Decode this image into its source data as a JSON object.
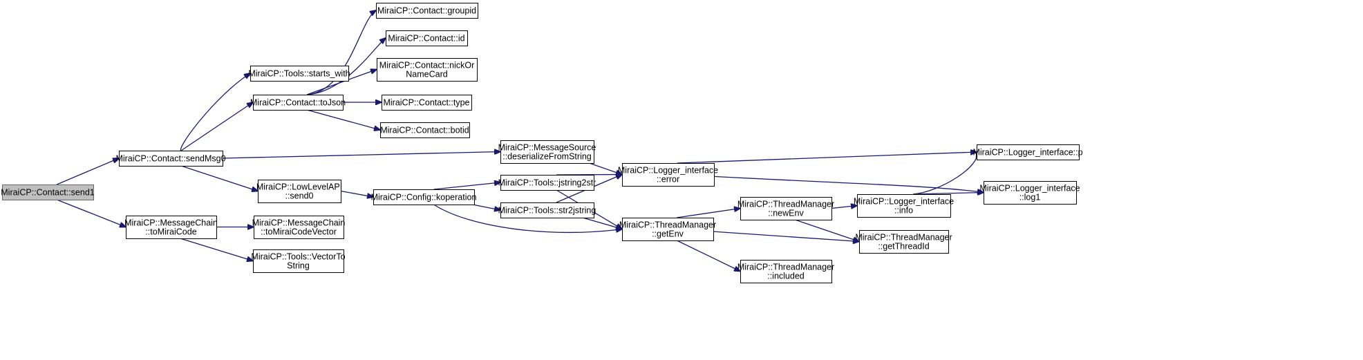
{
  "nodes": [
    {
      "id": "send1",
      "lines": [
        "MiraiCP::Contact::send1"
      ],
      "root": true
    },
    {
      "id": "sendMsg0",
      "lines": [
        "MiraiCP::Contact::sendMsg0"
      ]
    },
    {
      "id": "toMiraiCode",
      "lines": [
        "MiraiCP::MessageChain",
        "::toMiraiCode"
      ]
    },
    {
      "id": "starts_with",
      "lines": [
        "MiraiCP::Tools::starts_with"
      ]
    },
    {
      "id": "toJson",
      "lines": [
        "MiraiCP::Contact::toJson"
      ]
    },
    {
      "id": "lowlevel_send0",
      "lines": [
        "MiraiCP::LowLevelAPI",
        "::send0"
      ]
    },
    {
      "id": "toMiraiCodeVector",
      "lines": [
        "MiraiCP::MessageChain",
        "::toMiraiCodeVector"
      ]
    },
    {
      "id": "VectorToString",
      "lines": [
        "MiraiCP::Tools::VectorTo",
        "String"
      ]
    },
    {
      "id": "groupid",
      "lines": [
        "MiraiCP::Contact::groupid"
      ]
    },
    {
      "id": "id",
      "lines": [
        "MiraiCP::Contact::id"
      ]
    },
    {
      "id": "nickOrNameCard",
      "lines": [
        "MiraiCP::Contact::nickOr",
        "NameCard"
      ]
    },
    {
      "id": "type",
      "lines": [
        "MiraiCP::Contact::type"
      ]
    },
    {
      "id": "botid",
      "lines": [
        "MiraiCP::Contact::botid"
      ]
    },
    {
      "id": "deserializeFromString",
      "lines": [
        "MiraiCP::MessageSource",
        "::deserializeFromString"
      ]
    },
    {
      "id": "koperation",
      "lines": [
        "MiraiCP::Config::koperation"
      ]
    },
    {
      "id": "jstring2str",
      "lines": [
        "MiraiCP::Tools::jstring2str"
      ]
    },
    {
      "id": "str2jstring",
      "lines": [
        "MiraiCP::Tools::str2jstring"
      ]
    },
    {
      "id": "error",
      "lines": [
        "MiraiCP::Logger_interface",
        "::error"
      ]
    },
    {
      "id": "getEnv",
      "lines": [
        "MiraiCP::ThreadManager",
        "::getEnv"
      ]
    },
    {
      "id": "newEnv",
      "lines": [
        "MiraiCP::ThreadManager",
        "::newEnv"
      ]
    },
    {
      "id": "included",
      "lines": [
        "MiraiCP::ThreadManager",
        "::included"
      ]
    },
    {
      "id": "info",
      "lines": [
        "MiraiCP::Logger_interface",
        "::info"
      ]
    },
    {
      "id": "getThreadId",
      "lines": [
        "MiraiCP::ThreadManager",
        "::getThreadId"
      ]
    },
    {
      "id": "logger_p",
      "lines": [
        "MiraiCP::Logger_interface::p"
      ]
    },
    {
      "id": "log1",
      "lines": [
        "MiraiCP::Logger_interface",
        "::log1"
      ]
    }
  ],
  "edges": [
    [
      "send1",
      "sendMsg0"
    ],
    [
      "send1",
      "toMiraiCode"
    ],
    [
      "sendMsg0",
      "starts_with"
    ],
    [
      "sendMsg0",
      "toJson"
    ],
    [
      "sendMsg0",
      "deserializeFromString"
    ],
    [
      "sendMsg0",
      "lowlevel_send0"
    ],
    [
      "toJson",
      "groupid"
    ],
    [
      "toJson",
      "id"
    ],
    [
      "toJson",
      "nickOrNameCard"
    ],
    [
      "toJson",
      "type"
    ],
    [
      "toJson",
      "botid"
    ],
    [
      "toMiraiCode",
      "toMiraiCodeVector"
    ],
    [
      "toMiraiCode",
      "VectorToString"
    ],
    [
      "lowlevel_send0",
      "koperation"
    ],
    [
      "koperation",
      "jstring2str"
    ],
    [
      "koperation",
      "str2jstring"
    ],
    [
      "koperation",
      "getEnv"
    ],
    [
      "deserializeFromString",
      "error"
    ],
    [
      "jstring2str",
      "error"
    ],
    [
      "jstring2str",
      "getEnv"
    ],
    [
      "str2jstring",
      "error"
    ],
    [
      "str2jstring",
      "getEnv"
    ],
    [
      "error",
      "logger_p"
    ],
    [
      "error",
      "log1"
    ],
    [
      "getEnv",
      "newEnv"
    ],
    [
      "getEnv",
      "getThreadId"
    ],
    [
      "getEnv",
      "included"
    ],
    [
      "newEnv",
      "info"
    ],
    [
      "newEnv",
      "getThreadId"
    ],
    [
      "info",
      "logger_p"
    ],
    [
      "info",
      "log1"
    ]
  ],
  "colors": {
    "edge": "#191970",
    "root_fill": "#bfbfbf",
    "node_fill": "#ffffff",
    "node_stroke": "#000000"
  }
}
